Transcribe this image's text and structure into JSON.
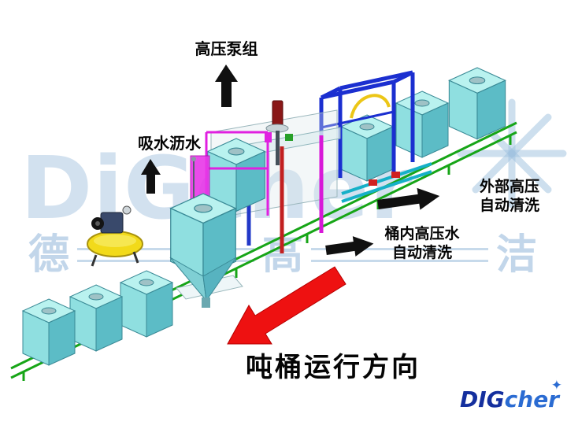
{
  "labels": {
    "pump_group": "高压泵组",
    "absorb_drain": "吸水沥水",
    "external_clean_line1": "外部高压",
    "external_clean_line2": "自动清洗",
    "internal_clean_line1": "桶内高压水",
    "internal_clean_line2": "自动清洗",
    "direction": "吨桶运行方向"
  },
  "watermark": {
    "brand": "DiGcher",
    "chars": [
      "德",
      "高",
      "洁"
    ]
  },
  "logo": {
    "di": "DIG",
    "cher": "cher",
    "star": "✦"
  },
  "colors": {
    "tote_top": "#b9f2ef",
    "tote_left": "#8fdfe0",
    "tote_right": "#5cbcc6",
    "conveyor_green": "#17a517",
    "frame_blue": "#1b2fd0",
    "frame_magenta": "#e020e0",
    "arrow_black": "#101010",
    "arrow_red": "#ee1111",
    "compressor_yellow": "#f2da1a",
    "watermark_blue": "#8fb5d8",
    "logo_blue_dark": "#142f9e",
    "logo_blue": "#2a6bd2"
  }
}
